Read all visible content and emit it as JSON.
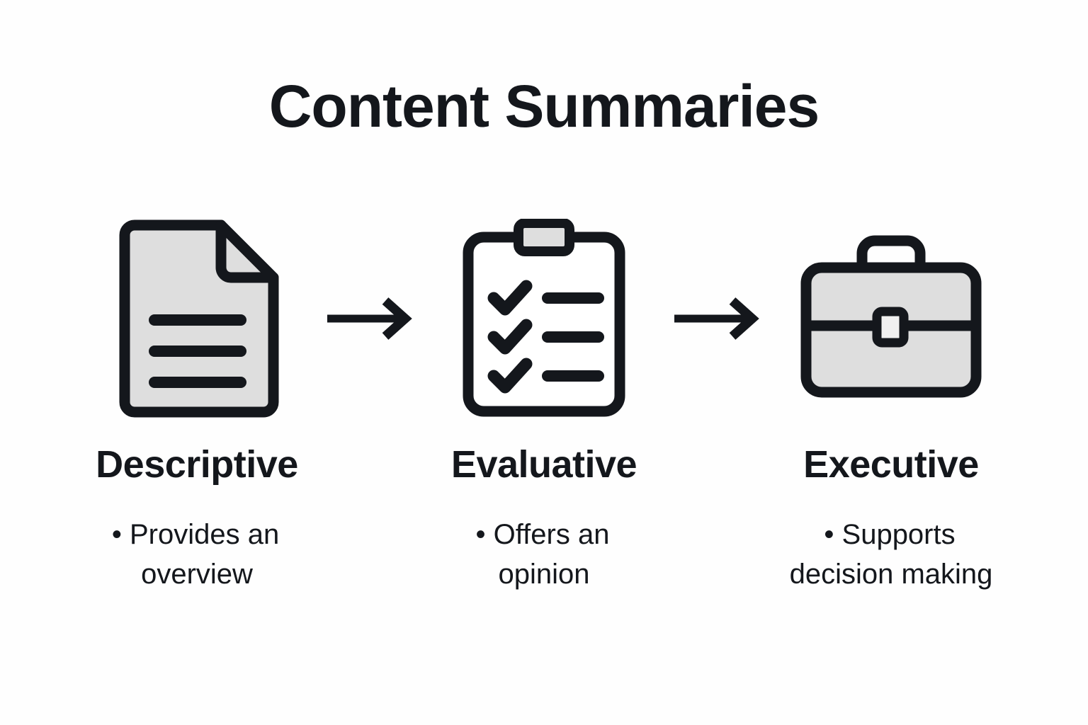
{
  "header": {
    "title": "Content Summaries"
  },
  "theme": {
    "background": "#fefefe",
    "ink": "#14171c",
    "icon_fill": "#dedede",
    "icon_stroke": "#14171c",
    "clipboard_body_fill": "#ffffff"
  },
  "flow": {
    "arrow_1": "arrow-right-icon",
    "arrow_2": "arrow-right-icon"
  },
  "columns": [
    {
      "id": "descriptive",
      "icon": "document-icon",
      "title": "Descriptive",
      "bullets": [
        {
          "marker": "•",
          "text": "Provides an overview"
        }
      ]
    },
    {
      "id": "evaluative",
      "icon": "clipboard-checklist-icon",
      "title": "Evaluative",
      "bullets": [
        {
          "marker": "•",
          "text": "Offers an opinion"
        }
      ]
    },
    {
      "id": "executive",
      "icon": "briefcase-icon",
      "title": "Executive",
      "bullets": [
        {
          "marker": "•",
          "text": "Supports decision making"
        }
      ]
    }
  ]
}
